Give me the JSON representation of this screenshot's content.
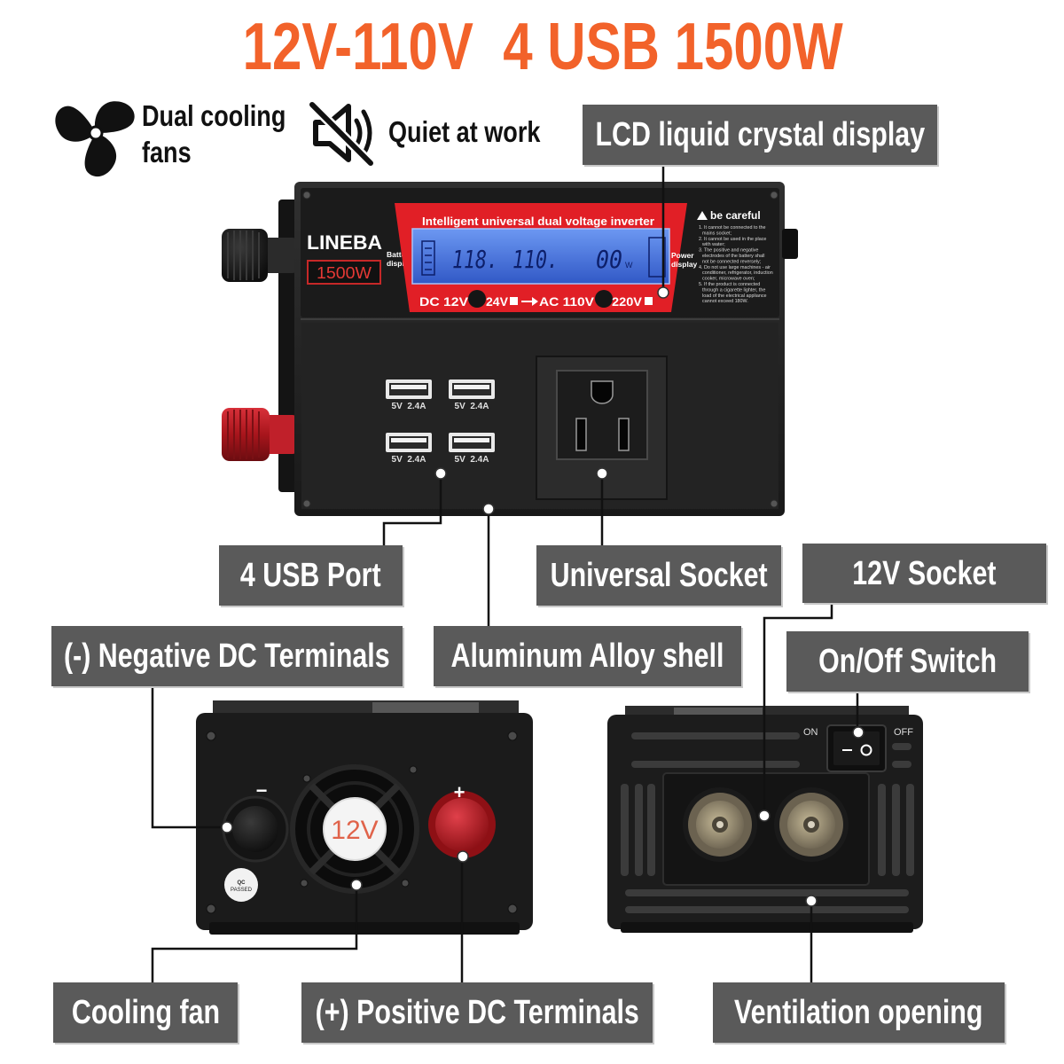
{
  "title": "12V-110V  4 USB 1500W",
  "colors": {
    "title": "#f2622a",
    "callout_bg": "#5a5a5a",
    "callout_text": "#ffffff",
    "lcd_banner": "#e11f26",
    "lcd_screen": "#3f6fd6",
    "positive_terminal": "#b71c1c"
  },
  "features": [
    {
      "icon": "fan-icon",
      "lines": [
        "Dual cooling",
        "fans"
      ]
    },
    {
      "icon": "mute-speaker-icon",
      "lines": [
        "Quiet at work"
      ]
    }
  ],
  "callouts": {
    "lcd": "LCD liquid crystal display",
    "usb": "4 USB Port",
    "socket": "Universal Socket",
    "car_socket": "12V Socket",
    "negative": "(-) Negative DC Terminals",
    "shell": "Aluminum Alloy shell",
    "switch": "On/Off Switch",
    "fan": "Cooling fan",
    "positive": "(+) Positive DC Terminals",
    "vent": "Ventilation opening"
  },
  "device": {
    "brand": "LINEBA",
    "power_badge": "1500W",
    "lcd_banner": "Intelligent universal dual voltage inverter",
    "battery_label": [
      "Battery",
      "display"
    ],
    "power_label": [
      "Power",
      "display"
    ],
    "lcd_readout": {
      "input": "118.",
      "output": "110.",
      "power": "00",
      "unit": "W"
    },
    "voltage_strip": {
      "dc": "DC 12V",
      "dc_alt": "24V",
      "ac": "AC 110V",
      "ac_alt": "220V"
    },
    "warning_title": "be careful",
    "warnings": [
      "1. It cannot be connected to the",
      "mains socket;",
      "2. It cannot be used in the place",
      "with water;",
      "3. The positive and negative",
      "electrodes of the battery shall",
      "not be connected reversely;",
      "4. Do not use large machines - air",
      "conditioner, refrigerator, induction",
      "cooker, microwave oven;",
      "5. If the product is connected",
      "through a cigarette lighter, the",
      "load of the electrical appliance",
      "cannot exceed 180W."
    ],
    "usb_ports": [
      "5V  2.4A",
      "5V  2.4A",
      "5V  2.4A",
      "5V  2.4A"
    ],
    "fan_label": "12V",
    "qc_sticker": [
      "QC",
      "PASSED"
    ],
    "negative_sign": "−",
    "positive_sign": "+",
    "switch_on": "ON",
    "switch_off": "OFF"
  }
}
